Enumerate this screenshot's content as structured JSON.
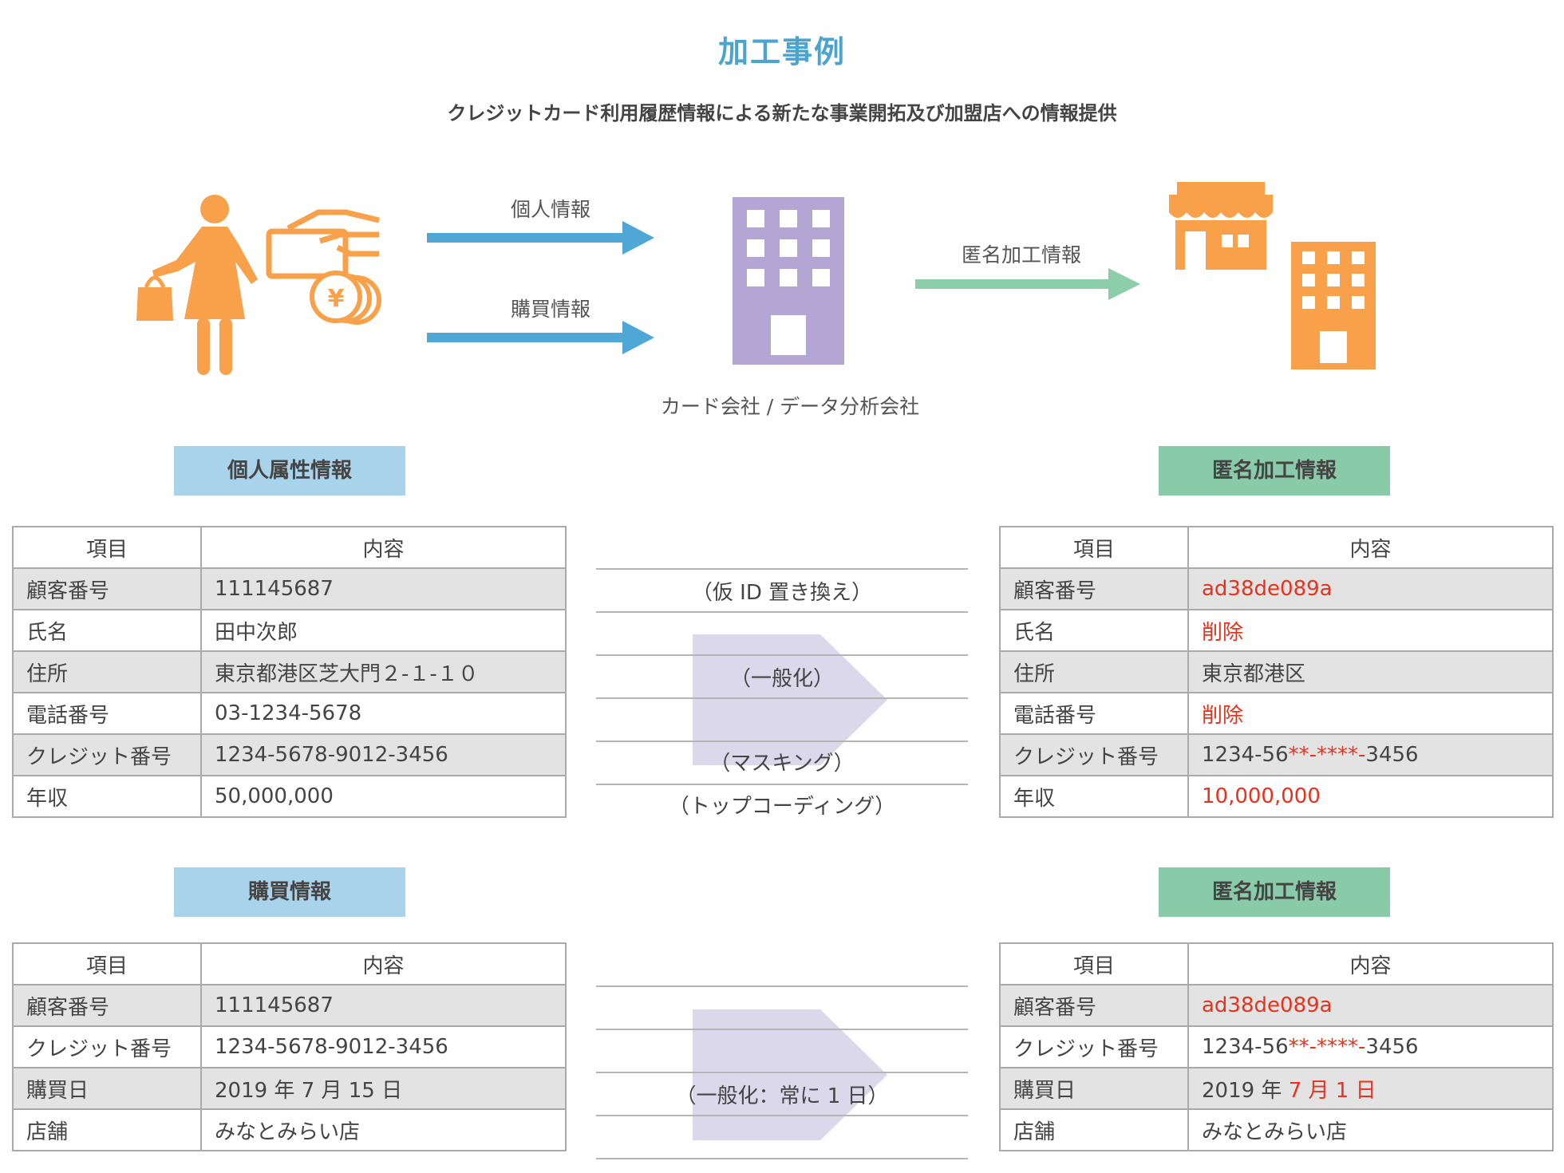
{
  "title": "加工事例",
  "subtitle": "クレジットカード利用履歴情報による新たな事業開拓及び加盟店への情報提供",
  "flow": {
    "arrow_personal": "個人情報",
    "arrow_purchase": "購買情報",
    "arrow_anonymized": "匿名加工情報",
    "company_label": "カード会社 / データ分析会社",
    "yen_symbol": "¥"
  },
  "colors": {
    "title": "#4ba4cf",
    "person": "#f9a04a",
    "building_company": "#b4a6d4",
    "arrow_blue": "#4ea7d4",
    "arrow_green": "#8ccdaa",
    "badge_blue": "#a8d3ea",
    "badge_green": "#89cba9",
    "highlight_red": "#e8321e"
  },
  "section1": {
    "left_badge": "個人属性情報",
    "right_badge": "匿名加工情報",
    "left_table": {
      "headers": [
        "項目",
        "内容"
      ],
      "rows": [
        [
          "顧客番号",
          "111145687"
        ],
        [
          "氏名",
          "田中次郎"
        ],
        [
          "住所",
          "東京都港区芝大門２-１-１０"
        ],
        [
          "電話番号",
          "03-1234-5678"
        ],
        [
          "クレジット番号",
          "1234-5678-9012-3456"
        ],
        [
          "年収",
          "50,000,000"
        ]
      ]
    },
    "methods": [
      "（仮 ID 置き換え）",
      "（一般化）",
      "（マスキング）",
      "（トップコーディング）"
    ],
    "right_table": {
      "headers": [
        "項目",
        "内容"
      ],
      "rows": [
        {
          "item": "顧客番号",
          "parts": [
            {
              "t": "ad38de089a",
              "red": true
            }
          ]
        },
        {
          "item": "氏名",
          "parts": [
            {
              "t": "削除",
              "red": true
            }
          ]
        },
        {
          "item": "住所",
          "parts": [
            {
              "t": "東京都港区",
              "red": false
            }
          ]
        },
        {
          "item": "電話番号",
          "parts": [
            {
              "t": "削除",
              "red": true
            }
          ]
        },
        {
          "item": "クレジット番号",
          "parts": [
            {
              "t": "1234-56",
              "red": false
            },
            {
              "t": "**-****-",
              "red": true
            },
            {
              "t": "3456",
              "red": false
            }
          ]
        },
        {
          "item": "年収",
          "parts": [
            {
              "t": "10,000,000",
              "red": true
            }
          ]
        }
      ]
    }
  },
  "section2": {
    "left_badge": "購買情報",
    "right_badge": "匿名加工情報",
    "left_table": {
      "headers": [
        "項目",
        "内容"
      ],
      "rows": [
        [
          "顧客番号",
          "111145687"
        ],
        [
          "クレジット番号",
          "1234-5678-9012-3456"
        ],
        [
          "購買日",
          "2019 年 7 月 15 日"
        ],
        [
          "店舗",
          "みなとみらい店"
        ]
      ]
    },
    "methods": [
      "",
      "",
      "（一般化：常に 1 日）",
      ""
    ],
    "right_table": {
      "headers": [
        "項目",
        "内容"
      ],
      "rows": [
        {
          "item": "顧客番号",
          "parts": [
            {
              "t": "ad38de089a",
              "red": true
            }
          ]
        },
        {
          "item": "クレジット番号",
          "parts": [
            {
              "t": "1234-56",
              "red": false
            },
            {
              "t": "**-****-",
              "red": true
            },
            {
              "t": "3456",
              "red": false
            }
          ]
        },
        {
          "item": "購買日",
          "parts": [
            {
              "t": "2019 年 ",
              "red": false
            },
            {
              "t": "7 月 1 日",
              "red": true
            }
          ]
        },
        {
          "item": "店舗",
          "parts": [
            {
              "t": "みなとみらい店",
              "red": false
            }
          ]
        }
      ]
    }
  }
}
